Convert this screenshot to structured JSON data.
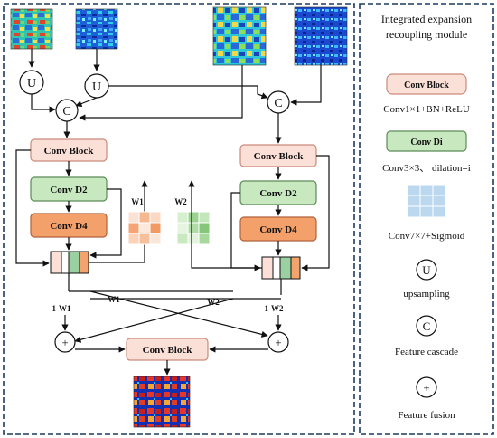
{
  "diagram": {
    "circle_symbols": {
      "upsample": "U",
      "cascade": "C",
      "fusion": "+"
    },
    "main": {
      "conv_block_label": "Conv Block",
      "conv_d2_label": "Conv D2",
      "conv_d4_label": "Conv D4",
      "w1_label": "W1",
      "w2_label": "W2",
      "one_minus_w1_label": "1-W1",
      "one_minus_w2_label": "1-W2",
      "bottom_block_label": "Conv Block"
    },
    "legend": {
      "title_line1": "Integrated expansion",
      "title_line2": "recoupling module",
      "conv_block_label": "Conv Block",
      "conv_block_desc": "Conv1×1+BN+ReLU",
      "conv_di_label": "Conv Di",
      "conv_di_desc": "Conv3×3、 dilation=i",
      "attention_desc": "Conv7×7+Sigmoid",
      "upsample_symbol": "U",
      "upsample_desc": "upsampling",
      "cascade_symbol": "C",
      "cascade_desc": "Feature cascade",
      "fusion_symbol": "+",
      "fusion_desc": "Feature fusion"
    },
    "colors": {
      "frame": "#1f3a5f",
      "conv_block_fill": "#fbe0d8",
      "conv_block_stroke": "#c98b7c",
      "conv_d2_fill": "#c8e8c0",
      "conv_d2_stroke": "#5c8a57",
      "conv_d4_fill": "#f4a06a",
      "conv_d4_stroke": "#b0623a",
      "attention_legend": "#bcd8ef",
      "concat_green": "#9bd0a0",
      "concat_orange": "#f3a36e",
      "concat_pink": "#fbe0d8",
      "arrow": "#111111"
    }
  }
}
